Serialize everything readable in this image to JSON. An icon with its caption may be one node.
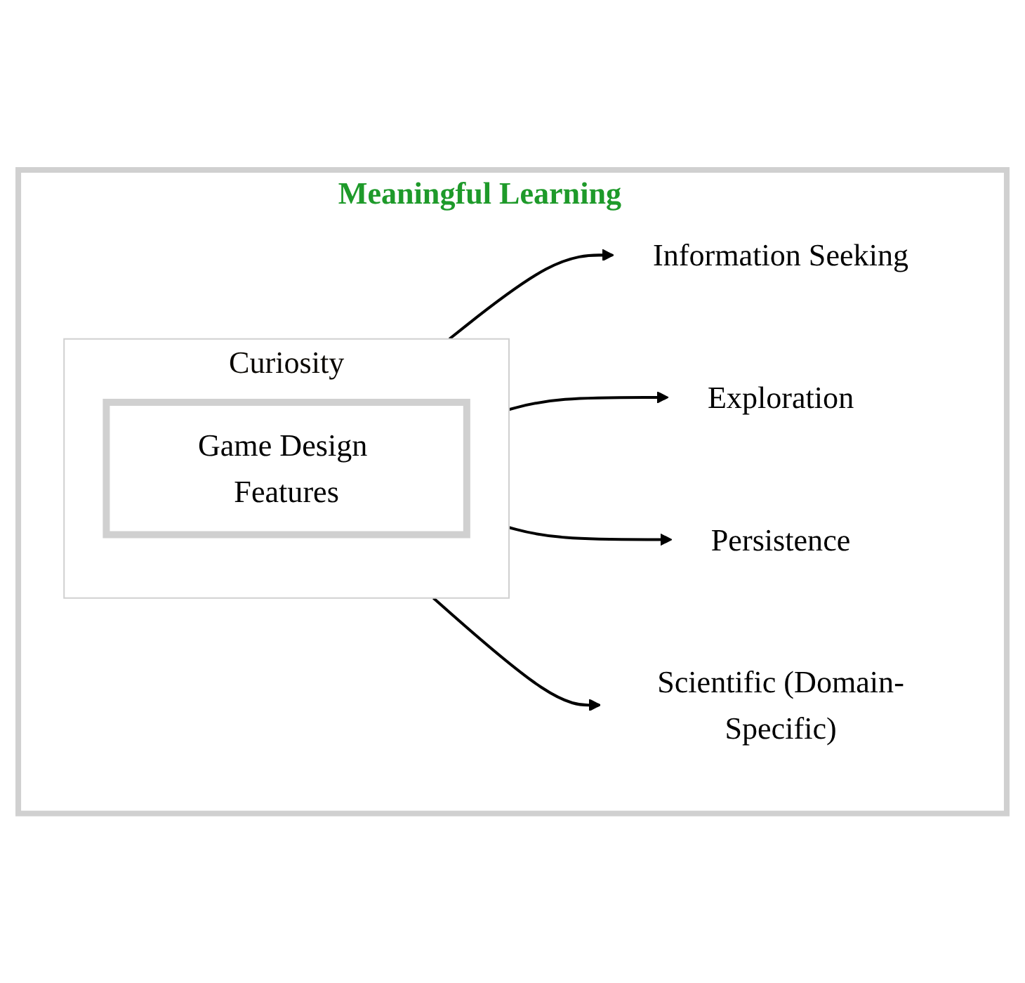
{
  "diagram": {
    "nodes": [
      {
        "text": [
          "Meaningful Learning"
        ]
      },
      {
        "text": [
          "Information Seeking"
        ],
        "in": 0
      },
      {
        "text": [
          "Curiosity"
        ],
        "in": 0
      },
      {
        "text": [
          "Game Design Features"
        ],
        "in": 2
      },
      {
        "text": [
          "Exploration"
        ],
        "in": 0
      },
      {
        "text": [
          "Persistence"
        ],
        "in": 0
      },
      {
        "text": [
          "Scientific (Domain-Specific)"
        ],
        "in": 0
      }
    ],
    "edges": [
      {
        "from": 2,
        "to": 1,
        "arrow": "to"
      },
      {
        "from": 2,
        "to": 4,
        "arrow": "to"
      },
      {
        "from": 2,
        "to": 5,
        "arrow": "to"
      },
      {
        "from": 2,
        "to": 6,
        "arrow": "to"
      }
    ]
  }
}
